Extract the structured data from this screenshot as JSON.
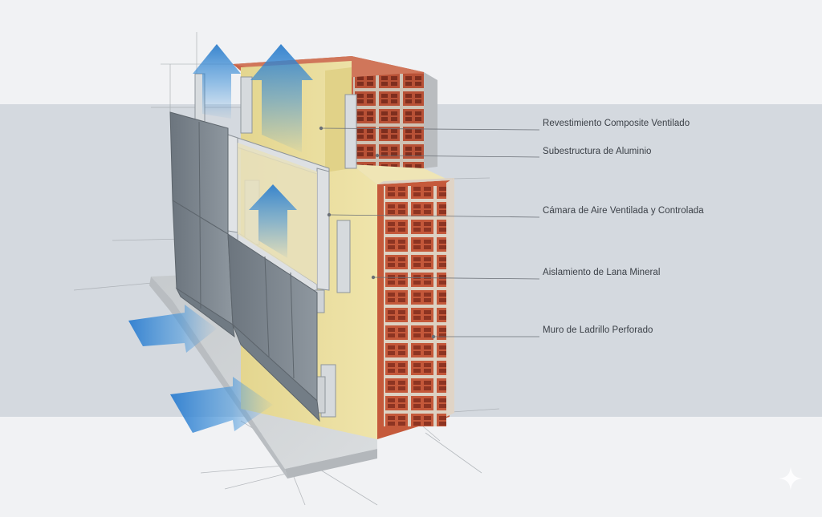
{
  "callouts": [
    {
      "id": "revestimiento",
      "label": "Revestimiento Composite Ventilado"
    },
    {
      "id": "subestructura",
      "label": "Subestructura de Aluminio"
    },
    {
      "id": "camara",
      "label": "Cámara de Aire Ventilada y Controlada"
    },
    {
      "id": "aislamiento",
      "label": "Aislamiento de Lana Mineral"
    },
    {
      "id": "muro",
      "label": "Muro de Ladrillo Perforado"
    }
  ],
  "colors": {
    "band": "#d3d8de",
    "background": "#f1f2f4",
    "brick": "#c2593a",
    "mortar": "#e3d6c6",
    "insulation": "#e9dd9d",
    "panel": "#7d8790",
    "aluminium": "#d4d8dc",
    "arrow": "#3b8ed6",
    "leader": "#6b7077"
  }
}
